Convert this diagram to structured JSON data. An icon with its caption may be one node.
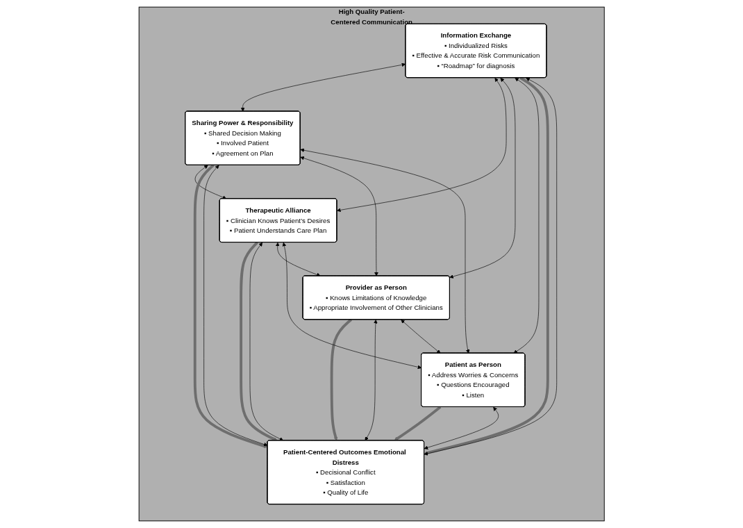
{
  "diagram": {
    "nodes": [
      {
        "text": [
          "High Quality Patient-Centered Communication"
        ]
      },
      {
        "text": [
          "Information Exchange",
          "▪ Individualized Risks",
          "▪ Effective & Accurate Risk Communication",
          "▪ “Roadmap” for diagnosis"
        ],
        "in": 0
      },
      {
        "text": [
          "Sharing Power & Responsibility",
          "▪ Shared Decision Making",
          "▪ Involved Patient",
          "▪ Agreement on Plan"
        ],
        "in": 0
      },
      {
        "text": [
          "Patient-Centered Outcomes Emotional Distress",
          "▪ Decisional Conflict",
          "▪ Satisfaction",
          "▪ Quality of Life"
        ],
        "in": 0
      },
      {
        "text": [
          "Therapeutic Alliance",
          "▪ Clinician Knows Patient’s Desires",
          "▪ Patient Understands Care Plan"
        ],
        "in": 0
      },
      {
        "text": [
          "Provider as Person",
          "▪ Knows Limitations of Knowledge",
          "▪ Appropriate Involvement of Other Clinicians"
        ],
        "in": 0
      },
      {
        "text": [
          "Patient as Person",
          "▪ Address Worries & Concerns",
          "▪ Questions Encouraged",
          "▪ Listen"
        ],
        "in": 0
      }
    ],
    "edges": [
      {
        "from": 1,
        "to": 2,
        "arrow": "both"
      },
      {
        "from": 1,
        "to": 4,
        "arrow": "both"
      },
      {
        "from": 2,
        "to": 4,
        "arrow": "both"
      },
      {
        "from": 1,
        "to": 5,
        "arrow": "both"
      },
      {
        "from": 1,
        "to": 6,
        "arrow": "both"
      },
      {
        "from": 1,
        "to": 3,
        "arrow": "to",
        "style": "thick",
        "color": "#6e6e6e"
      },
      {
        "from": 1,
        "to": 3,
        "arrow": "both"
      },
      {
        "from": 2,
        "to": 3,
        "arrow": "to",
        "style": "thick",
        "color": "#6e6e6e"
      },
      {
        "from": 2,
        "to": 3,
        "arrow": "both"
      },
      {
        "from": 4,
        "to": 3,
        "arrow": "to",
        "style": "thick",
        "color": "#6e6e6e"
      },
      {
        "from": 4,
        "to": 3,
        "arrow": "both"
      },
      {
        "from": 5,
        "to": 3,
        "arrow": "to",
        "style": "thick",
        "color": "#6e6e6e"
      },
      {
        "from": 5,
        "to": 3,
        "arrow": "both"
      },
      {
        "from": 6,
        "to": 3,
        "arrow": "to",
        "style": "thick",
        "color": "#6e6e6e"
      },
      {
        "from": 6,
        "to": 3,
        "arrow": "both"
      },
      {
        "from": 2,
        "to": 5,
        "arrow": "both"
      },
      {
        "from": 2,
        "to": 6,
        "arrow": "both"
      },
      {
        "from": 4,
        "to": 5,
        "arrow": "both"
      },
      {
        "from": 4,
        "to": 6,
        "arrow": "both"
      },
      {
        "from": 5,
        "to": 6,
        "arrow": "both"
      }
    ]
  }
}
